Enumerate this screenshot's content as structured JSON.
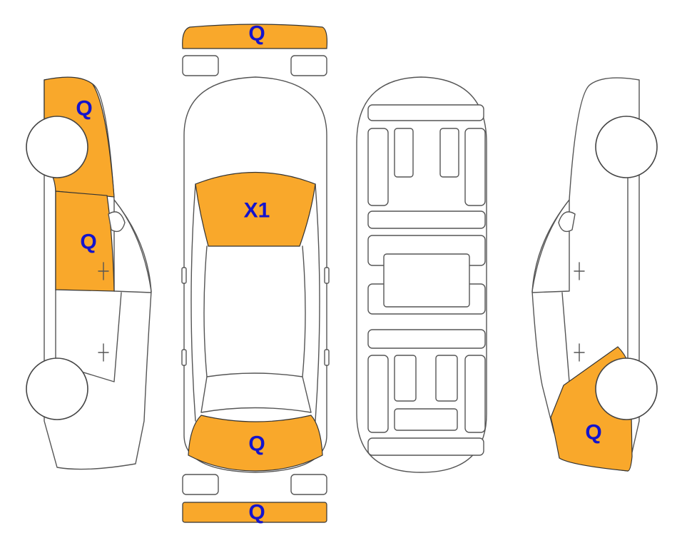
{
  "colors": {
    "damage_fill": "#F9A82B",
    "label_color": "#1414CC",
    "outline": "#555555",
    "background": "#FFFFFF"
  },
  "markers": {
    "front_bumper": "Q",
    "left_front_fender": "Q",
    "left_front_door": "Q",
    "hood": "X1",
    "trunk": "Q",
    "rear_bumper": "Q",
    "right_rear_fender": "Q"
  }
}
